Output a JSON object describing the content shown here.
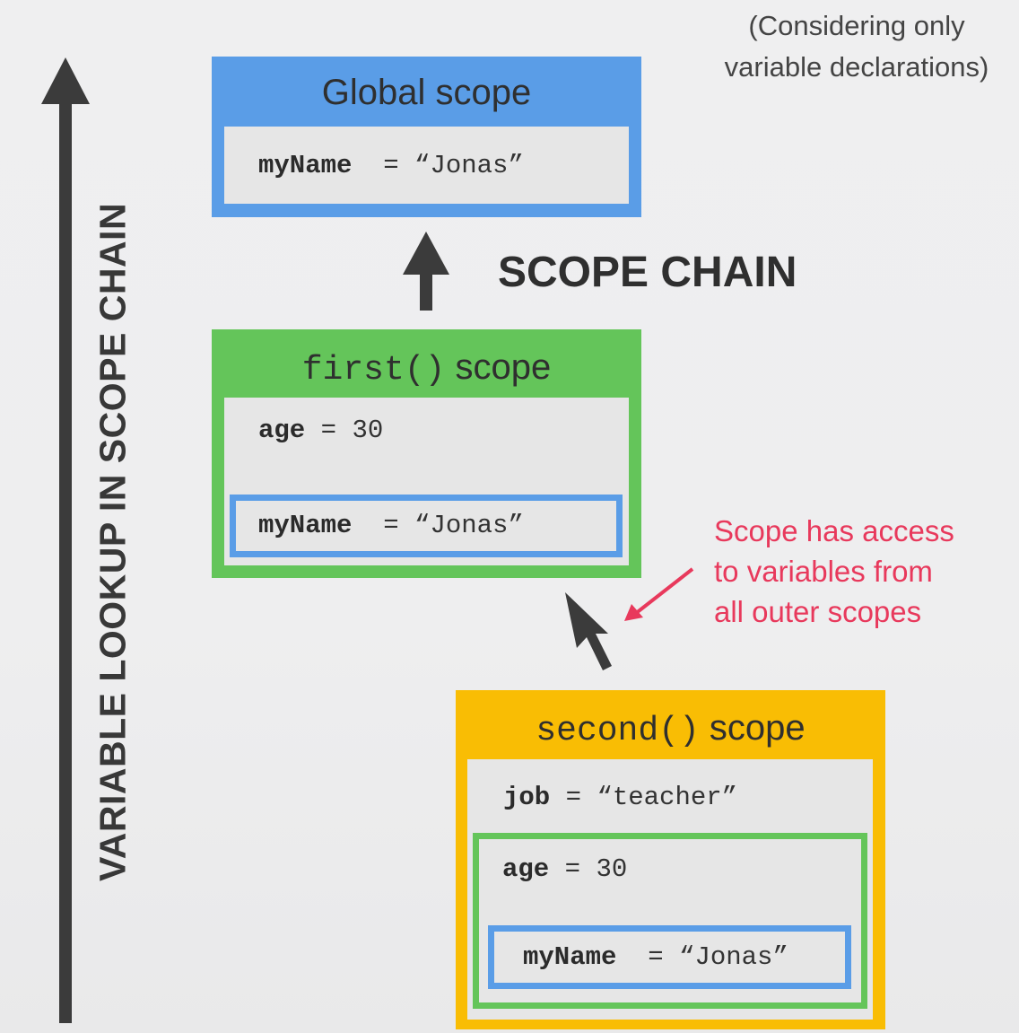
{
  "note": {
    "line1": "(Considering only",
    "line2": "variable declarations)"
  },
  "lookup_label": "VARIABLE LOOKUP IN SCOPE CHAIN",
  "scope_chain_label": "SCOPE CHAIN",
  "annotation": {
    "line1": "Scope has access",
    "line2": "to variables from",
    "line3": "all outer scopes",
    "color": "#e8395c"
  },
  "colors": {
    "global": "#5a9de7",
    "first": "#64c55a",
    "second": "#f9bd04",
    "inner": "#e6e6e6",
    "arrow": "#3b3b3b"
  },
  "global_scope": {
    "title": "Global scope",
    "vars": [
      {
        "name": "myName",
        "value": "“Jonas”"
      }
    ]
  },
  "first_scope": {
    "title_fn": "first()",
    "title_word": "scope",
    "vars": [
      {
        "name": "age",
        "value": "30"
      }
    ],
    "inherited": [
      {
        "name": "myName",
        "value": "“Jonas”"
      }
    ]
  },
  "second_scope": {
    "title_fn": "second()",
    "title_word": "scope",
    "vars": [
      {
        "name": "job",
        "value": "“teacher”"
      }
    ],
    "inherited_first": [
      {
        "name": "age",
        "value": "30"
      }
    ],
    "inherited_global": [
      {
        "name": "myName",
        "value": "“Jonas”"
      }
    ]
  },
  "eq": "="
}
